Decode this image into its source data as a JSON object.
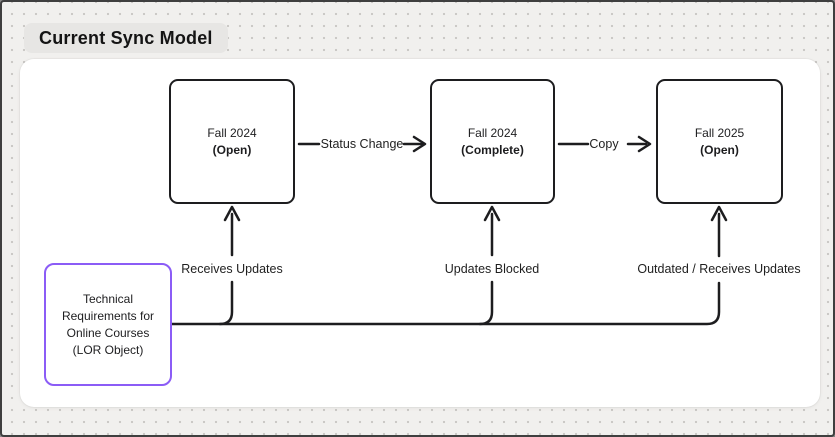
{
  "title": "Current Sync Model",
  "diagram": {
    "colors": {
      "stroke": "#1d1d1f",
      "accent_purple": "#8b5cf6",
      "canvas": "#ffffff",
      "page_background": "#f1f0ee",
      "title_pill_background": "#e7e6e4"
    },
    "boxes": [
      {
        "name": "Fall 2024",
        "status": "(Open)"
      },
      {
        "name": "Fall 2024",
        "status": "(Complete)"
      },
      {
        "name": "Fall 2025",
        "status": "(Open)"
      }
    ],
    "source_box": {
      "lines": [
        "Technical",
        "Requirements for",
        "Online Courses",
        "(LOR Object)"
      ]
    },
    "flow_labels": [
      {
        "text": "Status Change"
      },
      {
        "text": "Copy"
      }
    ],
    "branch_labels": [
      {
        "text": "Receives Updates"
      },
      {
        "text": "Updates Blocked"
      },
      {
        "text": "Outdated / Receives Updates"
      }
    ]
  }
}
